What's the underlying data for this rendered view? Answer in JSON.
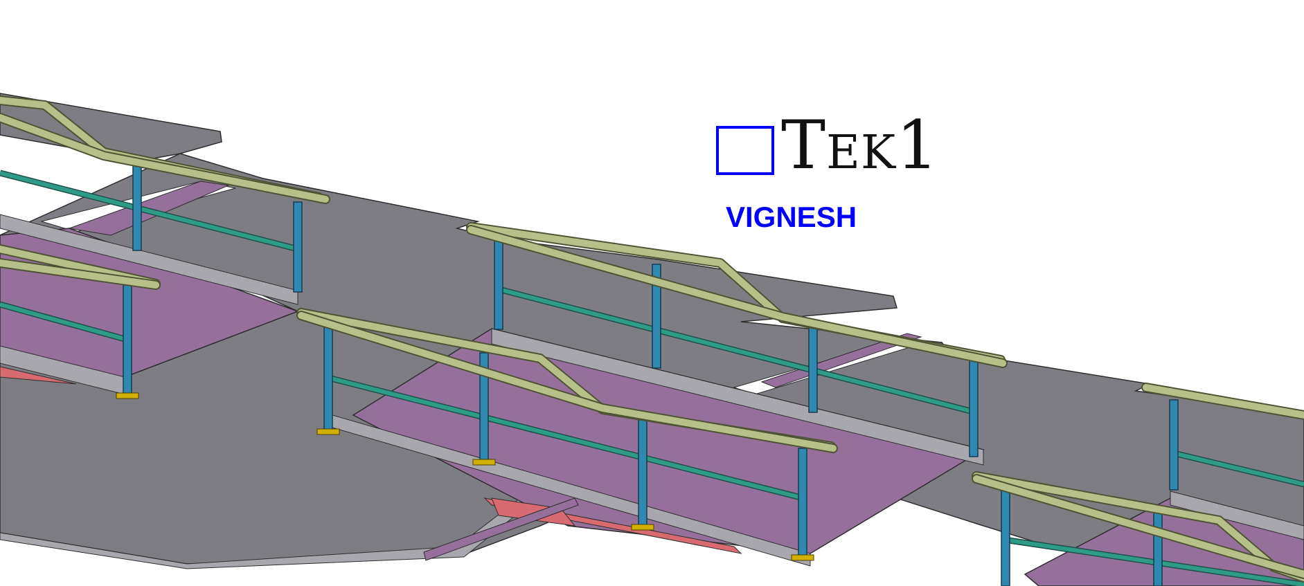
{
  "logo": {
    "text": "Tek1",
    "box_icon": "blue-square-outline",
    "color": "#0000ff"
  },
  "author": {
    "text": "VIGNESH",
    "color": "#0000ff"
  },
  "scene": {
    "description_icon": "isometric-walkway-3d-model",
    "colors": {
      "deck": "#7f7d84",
      "deck_edge": "#a9a7ae",
      "ramp": "#94709a",
      "ramp_dark": "#7e5f88",
      "post": "#2f88b0",
      "midrail": "#2e9b86",
      "handrail": "#b8c08a",
      "base_plate": "#d2b000",
      "red_member": "#d86a72"
    }
  }
}
